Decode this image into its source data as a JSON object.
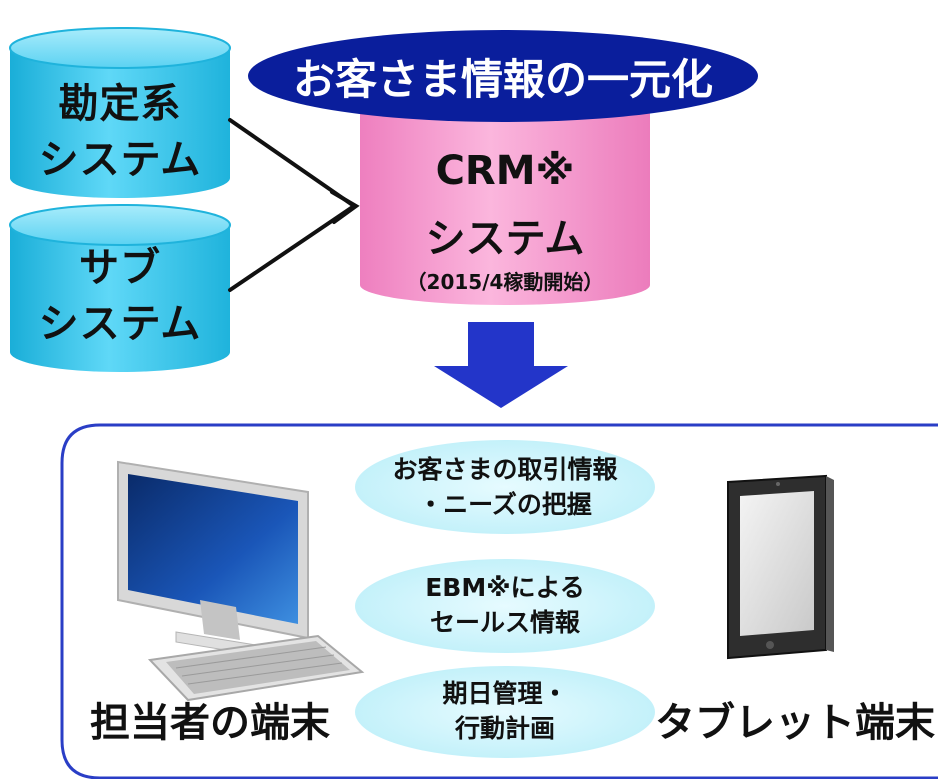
{
  "banner": {
    "title": "お客さま情報の一元化"
  },
  "sources": [
    {
      "line1": "勘定系",
      "line2": "システム"
    },
    {
      "line1": "サブ",
      "line2": "システム"
    }
  ],
  "crm": {
    "line1": "CRM※",
    "line2": "システム",
    "note": "（2015/4稼動開始）"
  },
  "features": [
    {
      "line1": "お客さまの取引情報",
      "line2": "・ニーズの把握"
    },
    {
      "line1": "EBM※による",
      "line2": "セールス情報"
    },
    {
      "line1": "期日管理・",
      "line2": "行動計画"
    }
  ],
  "devices": {
    "pc_label": "担当者の端末",
    "tablet_label": "タブレット端末"
  },
  "colors": {
    "cylinder_blue": "#3cc6ee",
    "cylinder_pink": "#f79bd0",
    "banner_navy": "#0a1e9c",
    "arrow_blue": "#2335c9",
    "bubble_cyan": "#cdf3fb",
    "panel_border": "#2a3ec6"
  }
}
